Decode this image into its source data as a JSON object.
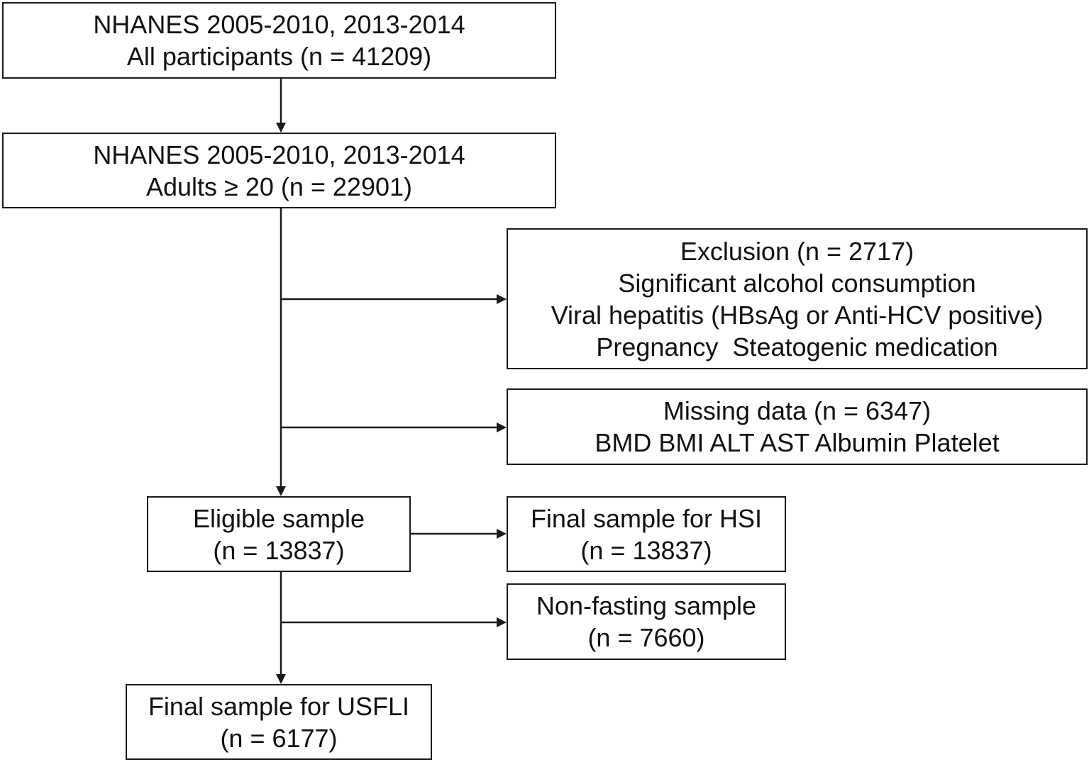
{
  "flowchart": {
    "all_participants": {
      "line1": "NHANES 2005-2010, 2013-2014",
      "line2": "All participants (n = 41209)"
    },
    "adults": {
      "line1": "NHANES 2005-2010, 2013-2014",
      "line2": "Adults ≥ 20 (n = 22901)"
    },
    "exclusion": {
      "line1": "Exclusion (n = 2717)",
      "line2": "Significant alcohol consumption",
      "line3": "Viral hepatitis (HBsAg or Anti-HCV positive)",
      "line4": "Pregnancy  Steatogenic medication"
    },
    "missing_data": {
      "line1": "Missing data (n = 6347)",
      "line2": "BMD BMI ALT AST Albumin Platelet"
    },
    "eligible": {
      "line1": "Eligible sample",
      "line2": "(n = 13837)"
    },
    "final_hsi": {
      "line1": "Final sample for HSI",
      "line2": "(n = 13837)"
    },
    "non_fasting": {
      "line1": "Non-fasting sample",
      "line2": "(n = 7660)"
    },
    "final_usfli": {
      "line1": "Final sample for USFLI",
      "line2": "(n = 6177)"
    }
  }
}
